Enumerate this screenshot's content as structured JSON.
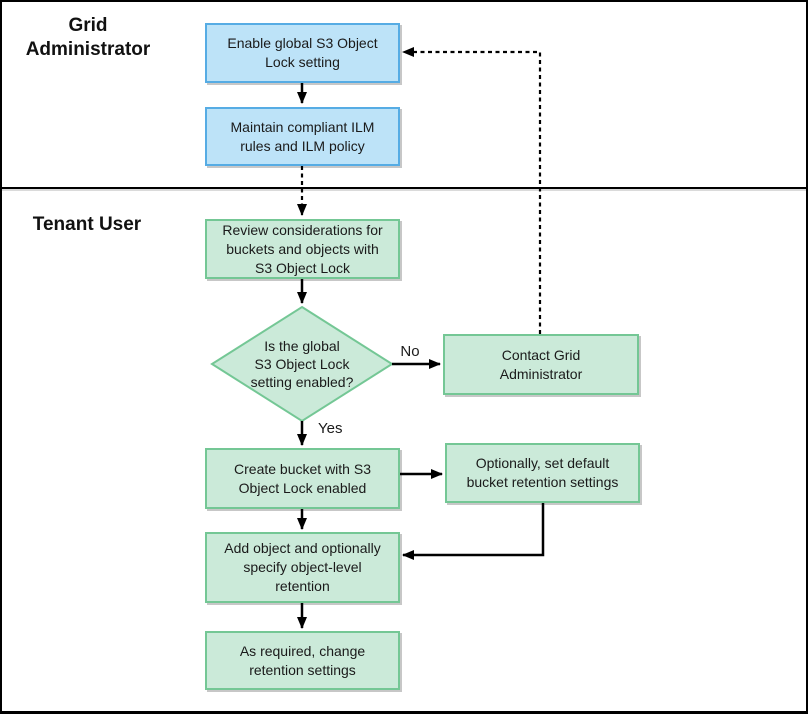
{
  "lanes": {
    "grid_administrator": {
      "label": "Grid\nAdministrator"
    },
    "tenant_user": {
      "label": "Tenant User"
    }
  },
  "nodes": {
    "enable_global": {
      "label": "Enable global S3 Object\nLock setting"
    },
    "maintain_ilm": {
      "label": "Maintain compliant ILM\nrules and ILM policy"
    },
    "review_considerations": {
      "label": "Review considerations for\nbuckets and objects with\nS3 Object Lock"
    },
    "decision": {
      "label": "Is the global\nS3 Object Lock\nsetting enabled?"
    },
    "contact_admin": {
      "label": "Contact Grid\nAdministrator"
    },
    "create_bucket": {
      "label": "Create bucket with S3\nObject Lock enabled"
    },
    "optional_retention": {
      "label": "Optionally, set default\nbucket retention settings"
    },
    "add_object": {
      "label": "Add object and optionally\nspecify object-level\nretention"
    },
    "change_retention": {
      "label": "As required, change\nretention settings"
    }
  },
  "edge_labels": {
    "no": "No",
    "yes": "Yes"
  },
  "colors": {
    "admin_node_fill": "#BDE3F8",
    "admin_node_border": "#56ACE4",
    "tenant_node_fill": "#CBEAD9",
    "tenant_node_border": "#74C795",
    "connector": "#000000",
    "frame": "#000000"
  }
}
